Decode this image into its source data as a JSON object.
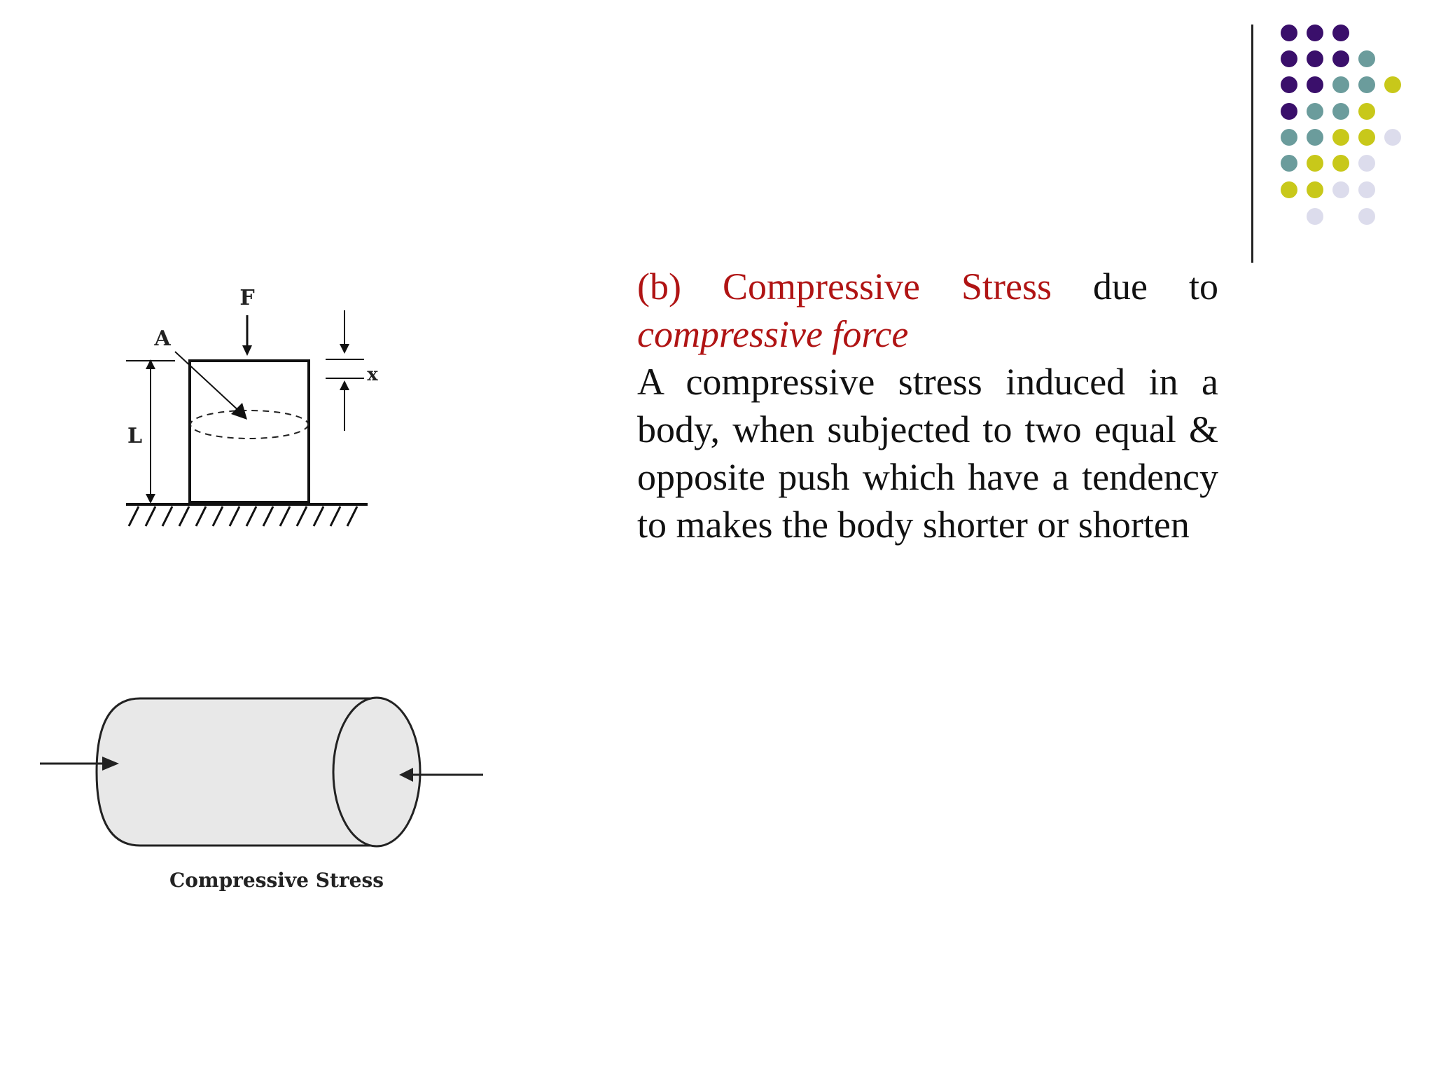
{
  "slide": {
    "heading": {
      "label": "(b)",
      "title": "Compressive",
      "title2": "Stress",
      "word_due": "due",
      "word_to": "to",
      "subtitle": "compressive force"
    },
    "body": "A compressive stress induced in a body, when subjected to two equal & opposite push which have a tendency to makes the body shorter or shorten"
  },
  "figure_block": {
    "label_force": "F",
    "label_area": "A",
    "label_length": "L",
    "label_deformation": "x"
  },
  "figure_cylinder": {
    "caption": "Compressive Stress"
  },
  "colors": {
    "accent_red": "#b01414",
    "dot_purple": "#3a0f6b",
    "dot_teal": "#6b9c9c",
    "dot_yellow": "#c8c81a",
    "dot_lavender": "#dcdcec"
  }
}
